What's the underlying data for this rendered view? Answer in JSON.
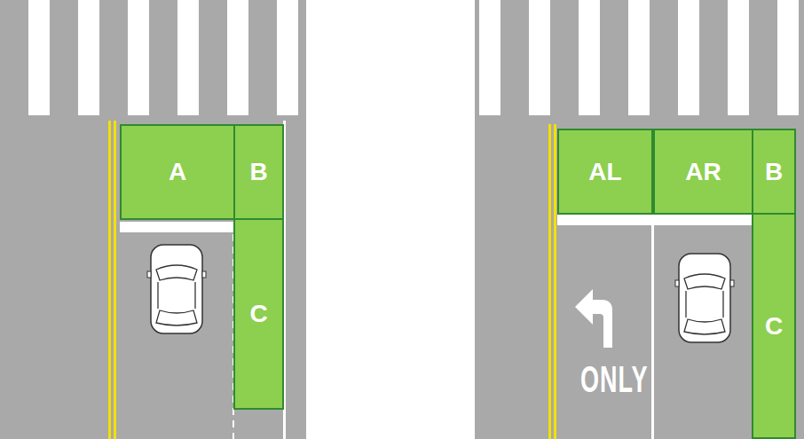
{
  "diagram": {
    "nodes": [
      {
        "text": [
          "A"
        ]
      },
      {
        "text": [
          "B"
        ]
      },
      {
        "text": [
          "C"
        ]
      },
      {
        "text": [
          "AL"
        ]
      },
      {
        "text": [
          "AR"
        ]
      },
      {
        "text": [
          "B"
        ]
      },
      {
        "text": [
          "C"
        ]
      }
    ],
    "labels": [
      "ONLY"
    ]
  }
}
